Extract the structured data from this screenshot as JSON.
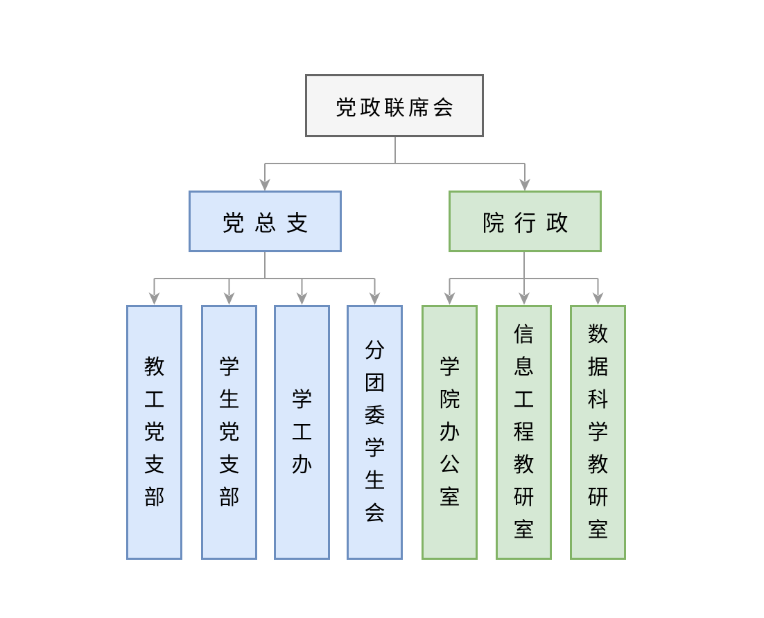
{
  "diagram": {
    "type": "org-chart",
    "root": {
      "label": "党政联席会"
    },
    "branches": [
      {
        "label": "党总支",
        "theme": "blue",
        "children": [
          {
            "label": "教工党支部"
          },
          {
            "label": "学生党支部"
          },
          {
            "label": "学工办"
          },
          {
            "label": "分团委学生会"
          }
        ]
      },
      {
        "label": "院行政",
        "theme": "green",
        "children": [
          {
            "label": "学院办公室"
          },
          {
            "label": "信息工程教研室"
          },
          {
            "label": "数据科学教研室"
          }
        ]
      }
    ],
    "colors": {
      "root_fill": "#F5F5F5",
      "root_border": "#666666",
      "blue_fill": "#DAE8FC",
      "blue_border": "#6C8EBF",
      "green_fill": "#D5E8D4",
      "green_border": "#82B366",
      "connector": "#999999",
      "text": "#000000",
      "background": "#FFFFFF"
    }
  }
}
